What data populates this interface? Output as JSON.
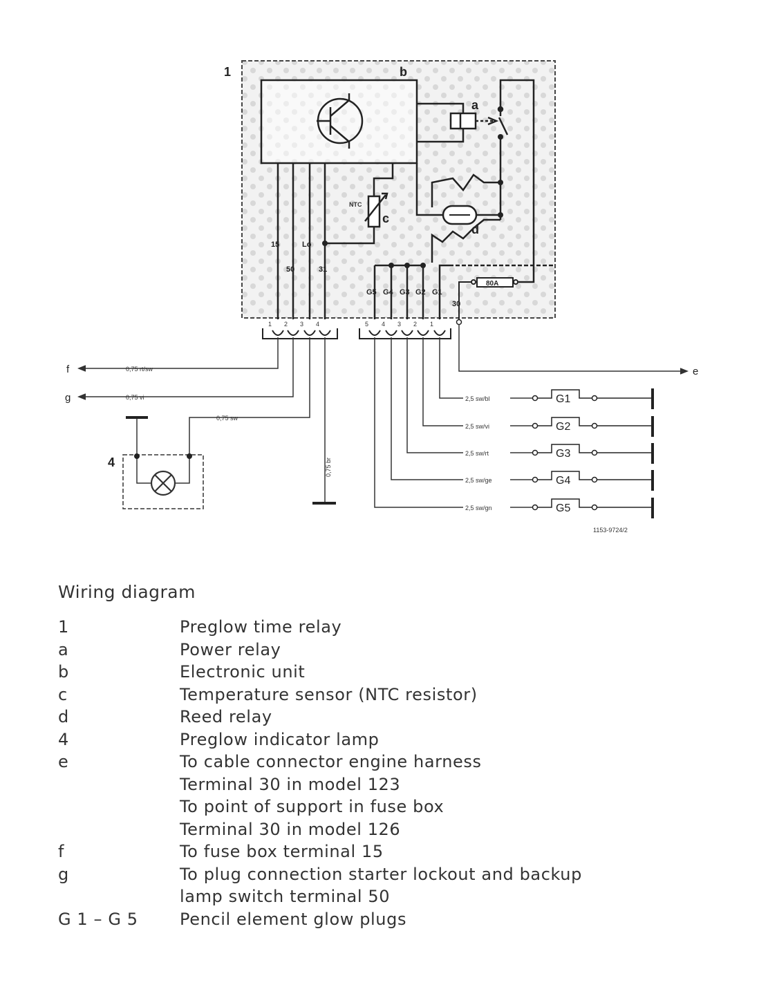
{
  "diagram": {
    "unit_label": "1",
    "electronic_unit_label": "b",
    "power_relay_label": "a",
    "ntc_text": "NTC",
    "sensor_label": "c",
    "reed_label": "d",
    "fuse_label": "80A",
    "internal_terminals": [
      "15",
      "Lo",
      "50",
      "31"
    ],
    "glow_terminals": [
      "G5",
      "G4",
      "G3",
      "G2",
      "G1"
    ],
    "terminal_30": "30",
    "pins_left": [
      "1",
      "2",
      "3",
      "4"
    ],
    "pins_right": [
      "5",
      "4",
      "3",
      "2",
      "1"
    ],
    "wires": {
      "f": "0,75 rt/sw",
      "g": "0,75 vi",
      "lamp": "0,75 sw",
      "ground": "0,75 br"
    },
    "glow_wires": [
      "2,5 sw/bl",
      "2,5 sw/vi",
      "2,5 sw/rt",
      "2,5 sw/ge",
      "2,5 sw/gn"
    ],
    "plugs": [
      "G1",
      "G2",
      "G3",
      "G4",
      "G5"
    ],
    "f_label": "f",
    "g_label": "g",
    "e_label": "e",
    "lamp_label": "4",
    "figure_number": "1153-9724/2"
  },
  "legend": {
    "title": "Wiring diagram",
    "items": [
      {
        "key": "1",
        "lines": [
          "Preglow time relay"
        ]
      },
      {
        "key": "a",
        "lines": [
          "Power relay"
        ]
      },
      {
        "key": "b",
        "lines": [
          "Electronic unit"
        ]
      },
      {
        "key": "c",
        "lines": [
          "Temperature sensor (NTC resistor)"
        ]
      },
      {
        "key": "d",
        "lines": [
          "Reed relay"
        ]
      },
      {
        "key": "4",
        "lines": [
          "Preglow indicator lamp"
        ]
      },
      {
        "key": "e",
        "lines": [
          "To cable connector engine harness",
          "Terminal 30 in model 123",
          "To point of support in fuse box",
          "Terminal 30 in model 126"
        ]
      },
      {
        "key": "f",
        "lines": [
          "To fuse box terminal 15"
        ]
      },
      {
        "key": "g",
        "lines": [
          "To plug connection starter lockout and backup",
          "lamp switch terminal 50"
        ]
      },
      {
        "key": "G 1 – G 5",
        "lines": [
          "Pencil element glow plugs"
        ]
      }
    ]
  }
}
